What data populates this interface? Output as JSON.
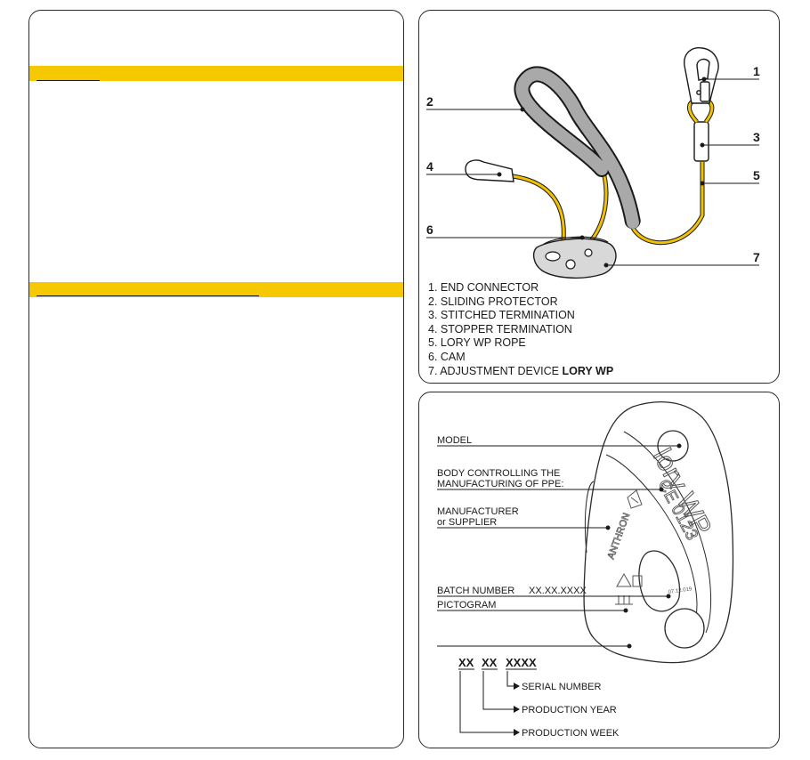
{
  "colors": {
    "accent_yellow": "#f5c800",
    "rope_yellow": "#f2c200",
    "sleeve_gray": "#a9a9a9",
    "cam_gray": "#d8d8d8",
    "line": "#1a1a1a"
  },
  "components": {
    "callouts": [
      "1",
      "2",
      "3",
      "4",
      "5",
      "6",
      "7"
    ],
    "legend": [
      "1. END CONNECTOR",
      "2. SLIDING PROTECTOR",
      "3. STITCHED TERMINATION",
      "4. STOPPER TERMINATION",
      "5. LORY WP ROPE",
      "6. CAM"
    ],
    "legend_last_prefix": "7. ADJUSTMENT DEVICE",
    "legend_last_brand": "LORY  WP"
  },
  "marking": {
    "labels": {
      "model": "MODEL",
      "body_line1": "BODY CONTROLLING THE",
      "body_line2": "MANUFACTURING OF PPE:",
      "manufacturer_line1": "MANUFACTURER",
      "manufacturer_line2": "or SUPPLIER",
      "batch": "BATCH NUMBER",
      "batch_format": "XX.XX.XXXX",
      "pictogram": "PICTOGRAM"
    },
    "device_engraving": {
      "brand": "lory WP",
      "ce_mark": "CE 0123",
      "maker": "ANTHRON",
      "batch_stamp": "07.12.019"
    },
    "serial": {
      "code_parts": [
        "XX",
        "XX",
        "XXXX"
      ],
      "serial_number": "SERIAL NUMBER",
      "production_year": "PRODUCTION YEAR",
      "production_week": "PRODUCTION WEEK"
    }
  }
}
